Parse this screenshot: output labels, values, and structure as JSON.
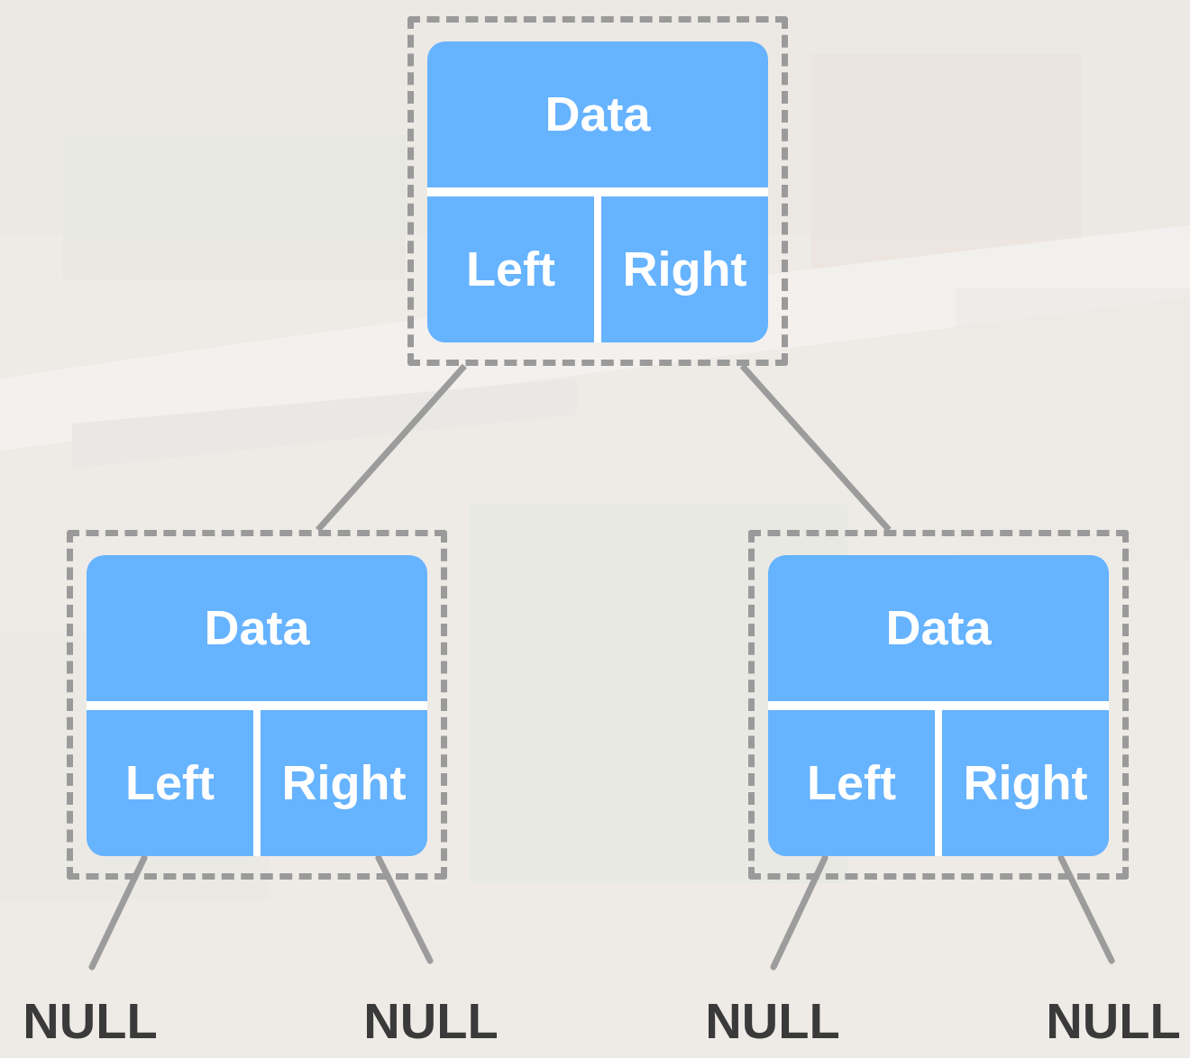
{
  "diagram": {
    "nodes": [
      {
        "text": [
          "Data",
          "Left",
          "Right"
        ]
      },
      {
        "text": [
          "Data",
          "Left",
          "Right"
        ]
      },
      {
        "text": [
          "Data",
          "Left",
          "Right"
        ]
      }
    ],
    "edges": [
      {
        "from": 0,
        "to": 1,
        "arrow": "none"
      },
      {
        "from": 0,
        "to": 2,
        "arrow": "none"
      }
    ],
    "labels": [
      "NULL",
      "NULL",
      "NULL",
      "NULL"
    ]
  }
}
